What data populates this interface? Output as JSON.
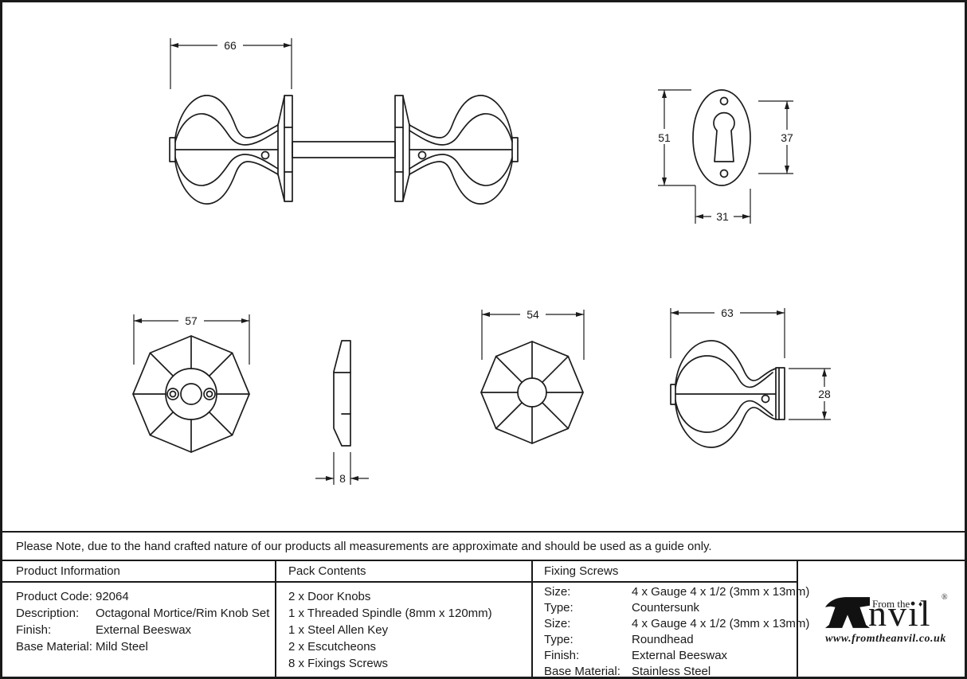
{
  "note": "Please Note, due to the hand crafted nature of our products all measurements are approximate and should be used as a guide only.",
  "tables": {
    "product_information": {
      "title": "Product Information",
      "rows": [
        {
          "label": "Product Code:",
          "value": "92064"
        },
        {
          "label": "Description:",
          "value": "Octagonal Mortice/Rim Knob Set"
        },
        {
          "label": "Finish:",
          "value": "External Beeswax"
        },
        {
          "label": "Base Material:",
          "value": "Mild Steel"
        }
      ]
    },
    "pack_contents": {
      "title": "Pack Contents",
      "items": [
        "2 x Door Knobs",
        "1 x Threaded Spindle (8mm x 120mm)",
        "1 x Steel Allen Key",
        "2 x Escutcheons",
        "8 x Fixings Screws"
      ]
    },
    "fixing_screws": {
      "title": "Fixing Screws",
      "rows": [
        {
          "label": "Size:",
          "value": "4 x Gauge 4 x 1/2 (3mm x 13mm)"
        },
        {
          "label": "Type:",
          "value": "Countersunk"
        },
        {
          "label": "Size:",
          "value": "4 x Gauge 4 x 1/2 (3mm x 13mm)"
        },
        {
          "label": "Type:",
          "value": "Roundhead"
        },
        {
          "label": "Finish:",
          "value": "External Beeswax"
        },
        {
          "label": "Base Material:",
          "value": "Stainless Steel"
        }
      ]
    }
  },
  "logo": {
    "prefix": "From the",
    "diamond": "♦",
    "name_rest": "nvil",
    "registered": "®",
    "url": "www.fromtheanvil.co.uk"
  },
  "drawings": {
    "knob_set": {
      "width_dim": "66"
    },
    "escutcheon": {
      "height_dim": "51",
      "hole_spacing_dim": "37",
      "width_dim": "31"
    },
    "rose_front": {
      "width_dim": "57"
    },
    "rose_side": {
      "thickness_dim": "8"
    },
    "knob_face": {
      "width_dim": "54"
    },
    "knob_profile": {
      "depth_dim": "63",
      "base_dim": "28"
    }
  },
  "colors": {
    "line": "#1a1a1a",
    "background": "#ffffff"
  }
}
